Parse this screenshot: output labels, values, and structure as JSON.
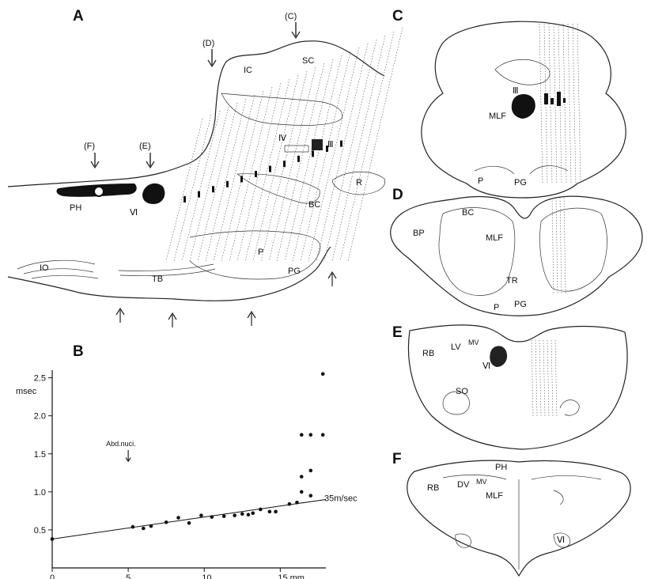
{
  "panels": {
    "A": "A",
    "B": "B",
    "C": "C",
    "D": "D",
    "E": "E",
    "F": "F"
  },
  "panelA": {
    "arrows": [
      "(C)",
      "(D)",
      "(F)",
      "(E)"
    ],
    "labels": {
      "IC": "IC",
      "SC": "SC",
      "IV": "Ⅳ",
      "III": "Ⅲ",
      "R": "R",
      "BC": "BC",
      "PH": "PH",
      "VI": "Ⅵ",
      "P": "P",
      "PG": "PG",
      "IO": "IO",
      "TB": "TB"
    }
  },
  "panelC": {
    "labels": {
      "III": "Ⅲ",
      "MLF": "MLF",
      "P": "P",
      "PG": "PG"
    }
  },
  "panelD": {
    "labels": {
      "BC": "BC",
      "BP": "BP",
      "MLF": "MLF",
      "TR": "TR",
      "P": "P",
      "PG": "PG"
    }
  },
  "panelE": {
    "labels": {
      "RB": "RB",
      "LV": "LV",
      "MV": "MV",
      "VI": "Ⅵ",
      "SO": "SO"
    }
  },
  "panelF": {
    "labels": {
      "RB": "RB",
      "DV": "DV",
      "MV": "MV",
      "PH": "PH",
      "MLF": "MLF",
      "VI": "Ⅵ"
    }
  },
  "chart_data": {
    "type": "scatter",
    "ylabel": "msec",
    "xunit": "mm",
    "xlim": [
      0,
      18
    ],
    "ylim": [
      0,
      2.6
    ],
    "xticks": [
      0,
      5,
      10,
      15
    ],
    "xtick_labels": [
      "0",
      "5",
      "10",
      "15 mm"
    ],
    "yticks": [
      0.5,
      1.0,
      1.5,
      2.0,
      2.5
    ],
    "ytick_labels": [
      "0.5",
      "1.0",
      "1.5",
      "2.0",
      "2.5"
    ],
    "annotation": "Abd.nuci.",
    "annotation_x": 5,
    "fit_label": "35m/sec",
    "fit_line": {
      "x": [
        0,
        18
      ],
      "y": [
        0.38,
        0.9
      ]
    },
    "points": [
      {
        "x": 0,
        "y": 0.38
      },
      {
        "x": 5.3,
        "y": 0.54
      },
      {
        "x": 6.0,
        "y": 0.52
      },
      {
        "x": 6.5,
        "y": 0.55
      },
      {
        "x": 7.5,
        "y": 0.6
      },
      {
        "x": 8.3,
        "y": 0.66
      },
      {
        "x": 9.0,
        "y": 0.59
      },
      {
        "x": 9.8,
        "y": 0.69
      },
      {
        "x": 10.5,
        "y": 0.67
      },
      {
        "x": 11.3,
        "y": 0.68
      },
      {
        "x": 12.0,
        "y": 0.69
      },
      {
        "x": 12.5,
        "y": 0.71
      },
      {
        "x": 12.9,
        "y": 0.7
      },
      {
        "x": 13.2,
        "y": 0.72
      },
      {
        "x": 13.7,
        "y": 0.77
      },
      {
        "x": 14.3,
        "y": 0.74
      },
      {
        "x": 14.7,
        "y": 0.74
      },
      {
        "x": 15.6,
        "y": 0.84
      },
      {
        "x": 16.1,
        "y": 0.86
      },
      {
        "x": 16.4,
        "y": 1.0
      },
      {
        "x": 16.4,
        "y": 1.2
      },
      {
        "x": 16.4,
        "y": 1.75
      },
      {
        "x": 17.0,
        "y": 1.28
      },
      {
        "x": 17.0,
        "y": 1.75
      },
      {
        "x": 17.0,
        "y": 0.95
      },
      {
        "x": 17.8,
        "y": 1.75
      },
      {
        "x": 17.8,
        "y": 2.55
      }
    ]
  }
}
